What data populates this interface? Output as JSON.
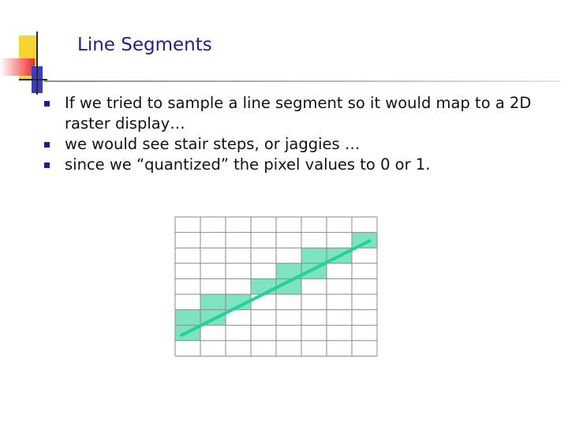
{
  "slide": {
    "title": "Line Segments",
    "bullets": [
      "If we tried to sample a line segment so it would map to a 2D raster display…",
      "we would see stair steps, or jaggies …",
      "since we “quantized” the pixel values to 0 or 1."
    ]
  },
  "raster_figure": {
    "columns": 8,
    "rows": 9,
    "filled_cells": [
      [
        7,
        1
      ],
      [
        6,
        2
      ],
      [
        5,
        2
      ],
      [
        5,
        3
      ],
      [
        4,
        3
      ],
      [
        4,
        4
      ],
      [
        3,
        4
      ],
      [
        2,
        5
      ],
      [
        1,
        5
      ],
      [
        1,
        6
      ],
      [
        0,
        6
      ],
      [
        0,
        7
      ]
    ],
    "cell_fill_color": "#7de3c1",
    "line_color": "#23d19a",
    "grid_color": "#8a8a8a"
  }
}
